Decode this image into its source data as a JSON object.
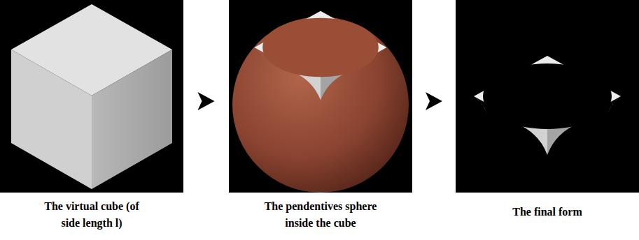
{
  "diagram": {
    "nodes": [
      {
        "text": [
          "The virtual cube (of side length l)"
        ]
      },
      {
        "text": [
          "The pendentives sphere inside the cube"
        ]
      },
      {
        "text": [
          "The final form"
        ]
      }
    ],
    "edges": [
      {
        "from": 0,
        "to": 1,
        "arrow": "to"
      },
      {
        "from": 1,
        "to": 2,
        "arrow": "to"
      }
    ]
  }
}
